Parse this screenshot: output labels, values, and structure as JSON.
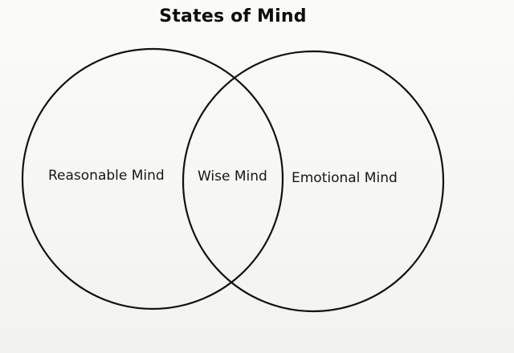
{
  "diagram": {
    "title": "States of Mind",
    "left_circle_label": "Reasonable Mind",
    "overlap_label": "Wise Mind",
    "right_circle_label": "Emotional Mind"
  }
}
